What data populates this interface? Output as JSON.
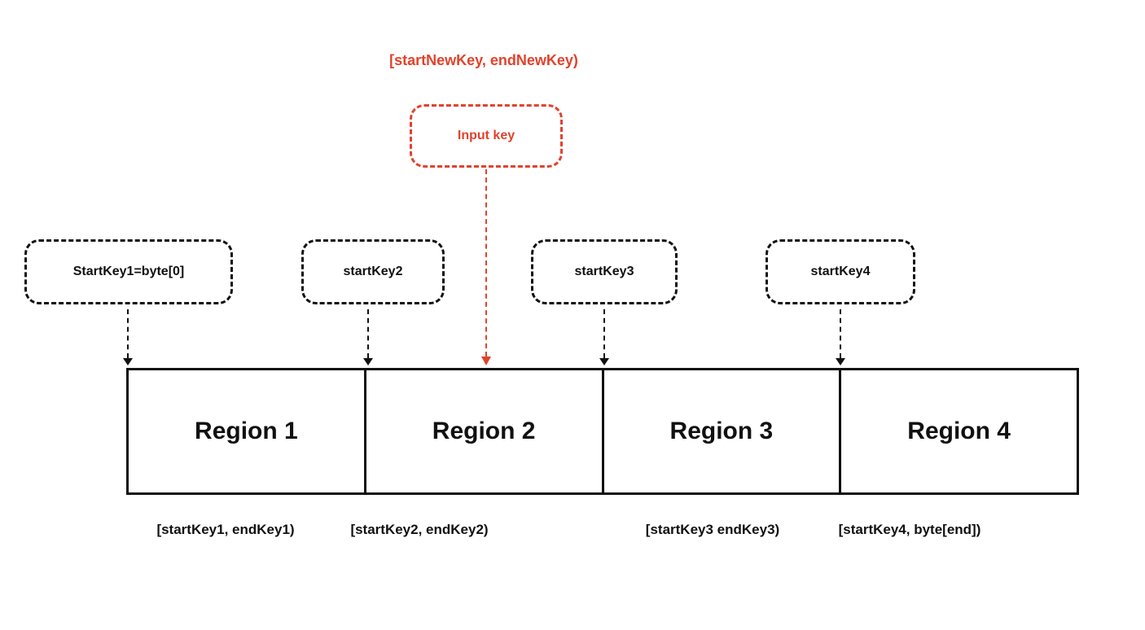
{
  "diagram": {
    "input_key_range_label": "[startNewKey, endNewKey)",
    "input_key_box": {
      "label": "Input key"
    },
    "key_boxes": [
      {
        "label": "StartKey1=byte[0]"
      },
      {
        "label": "startKey2"
      },
      {
        "label": "startKey3"
      },
      {
        "label": "startKey4"
      }
    ],
    "regions": [
      {
        "name": "Region 1",
        "range": "[startKey1, endKey1)"
      },
      {
        "name": "Region 2",
        "range": "[startKey2, endKey2)"
      },
      {
        "name": "Region 3",
        "range": "[startKey3 endKey3)"
      },
      {
        "name": "Region 4",
        "range": "[startKey4, byte[end])"
      }
    ],
    "colors": {
      "accent_red": "#E0432B",
      "line_black": "#111111",
      "background": "#FFFFFF"
    }
  }
}
